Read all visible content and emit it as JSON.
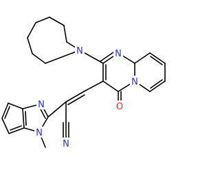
{
  "structure": {
    "colors": {
      "bond": "#000000",
      "nitrogen": "#2f2fd8",
      "oxygen": "#e0301e"
    },
    "atom_labels": {
      "azepane_n": "N",
      "pyrimidine_n": "N",
      "pyridine_n": "N",
      "carbonyl_o": "O",
      "imidazole_n_top": "N",
      "nitrile_n": "N",
      "imidazole_n_methyl": "N"
    }
  }
}
